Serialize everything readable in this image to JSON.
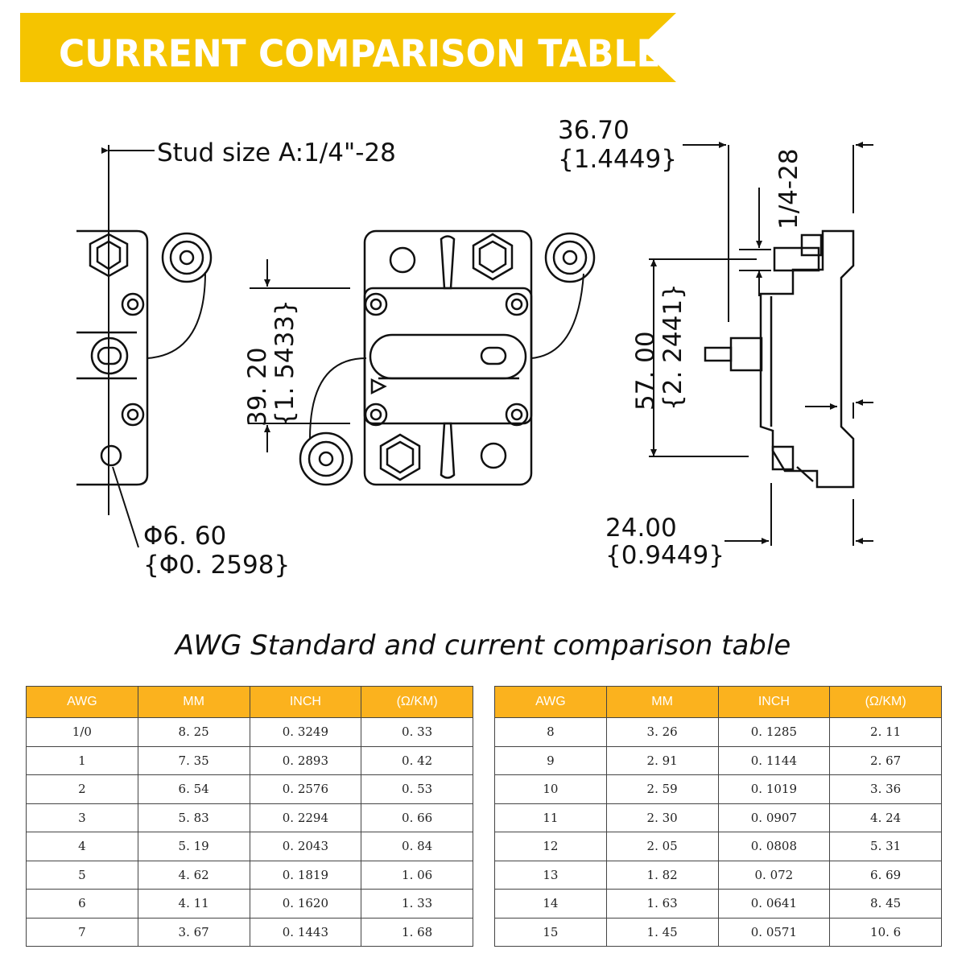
{
  "banner": {
    "title": "CURRENT COMPARISON TABLE",
    "color": "#f5c400"
  },
  "diagram": {
    "stud_size": "Stud size A:1/4\"-28",
    "hole_dia_mm": "Φ6. 60",
    "hole_dia_in": "{Φ0. 2598}",
    "width_mm": "39. 20",
    "width_in": "{1. 5433}",
    "top_mm": "36.70",
    "top_in": "{1.4449}",
    "thread": "1/4-28",
    "height_mm": "57. 00",
    "height_in": "{2. 2441}",
    "bottom_mm": "24.00",
    "bottom_in": "{0.9449}"
  },
  "table_title": "AWG Standard and current comparison table",
  "tables": {
    "headers": [
      "AWG",
      "MM",
      "INCH",
      "(Ω/KM)"
    ],
    "left_rows": [
      [
        "1/0",
        "8. 25",
        "0. 3249",
        "0. 33"
      ],
      [
        "1",
        "7. 35",
        "0. 2893",
        "0. 42"
      ],
      [
        "2",
        "6. 54",
        "0. 2576",
        "0. 53"
      ],
      [
        "3",
        "5. 83",
        "0. 2294",
        "0. 66"
      ],
      [
        "4",
        "5. 19",
        "0. 2043",
        "0. 84"
      ],
      [
        "5",
        "4. 62",
        "0. 1819",
        "1. 06"
      ],
      [
        "6",
        "4. 11",
        "0. 1620",
        "1. 33"
      ],
      [
        "7",
        "3. 67",
        "0. 1443",
        "1. 68"
      ]
    ],
    "right_rows": [
      [
        "8",
        "3. 26",
        "0. 1285",
        "2. 11"
      ],
      [
        "9",
        "2. 91",
        "0. 1144",
        "2. 67"
      ],
      [
        "10",
        "2. 59",
        "0. 1019",
        "3. 36"
      ],
      [
        "11",
        "2. 30",
        "0. 0907",
        "4. 24"
      ],
      [
        "12",
        "2. 05",
        "0. 0808",
        "5. 31"
      ],
      [
        "13",
        "1. 82",
        "0. 072",
        "6. 69"
      ],
      [
        "14",
        "1. 63",
        "0. 0641",
        "8. 45"
      ],
      [
        "15",
        "1. 45",
        "0. 0571",
        "10. 6"
      ]
    ],
    "header_color": "#fbb21e"
  }
}
